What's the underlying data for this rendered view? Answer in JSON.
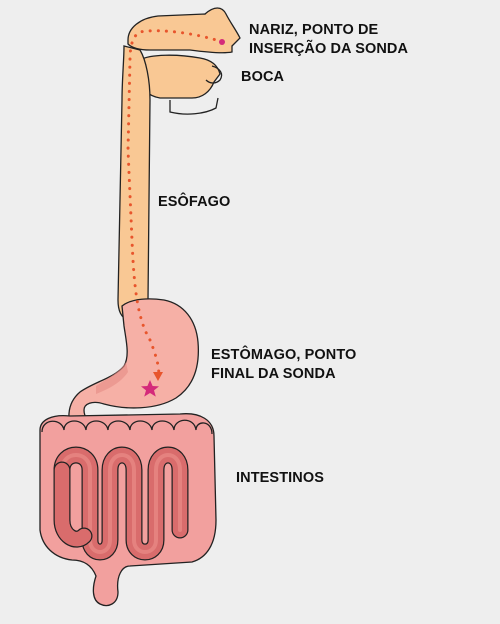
{
  "labels": {
    "nose": [
      "NARIZ, PONTO DE",
      "INSERÇÃO DA SONDA"
    ],
    "mouth": "BOCA",
    "esophagus": "ESÔFAGO",
    "stomach": [
      "ESTÔMAGO, PONTO",
      "FINAL DA SONDA"
    ],
    "intestines": "INTESTINOS"
  },
  "colors": {
    "background": "#eeeeee",
    "head": "#f9c894",
    "esophagus": "#f9c894",
    "stomach": "#f6b0a6",
    "intestine": "#f2a09e",
    "small_intestine": "#d96c6c",
    "outline": "#222222",
    "tube_path": "#e8552c",
    "end_marker": "#d42a7a"
  }
}
